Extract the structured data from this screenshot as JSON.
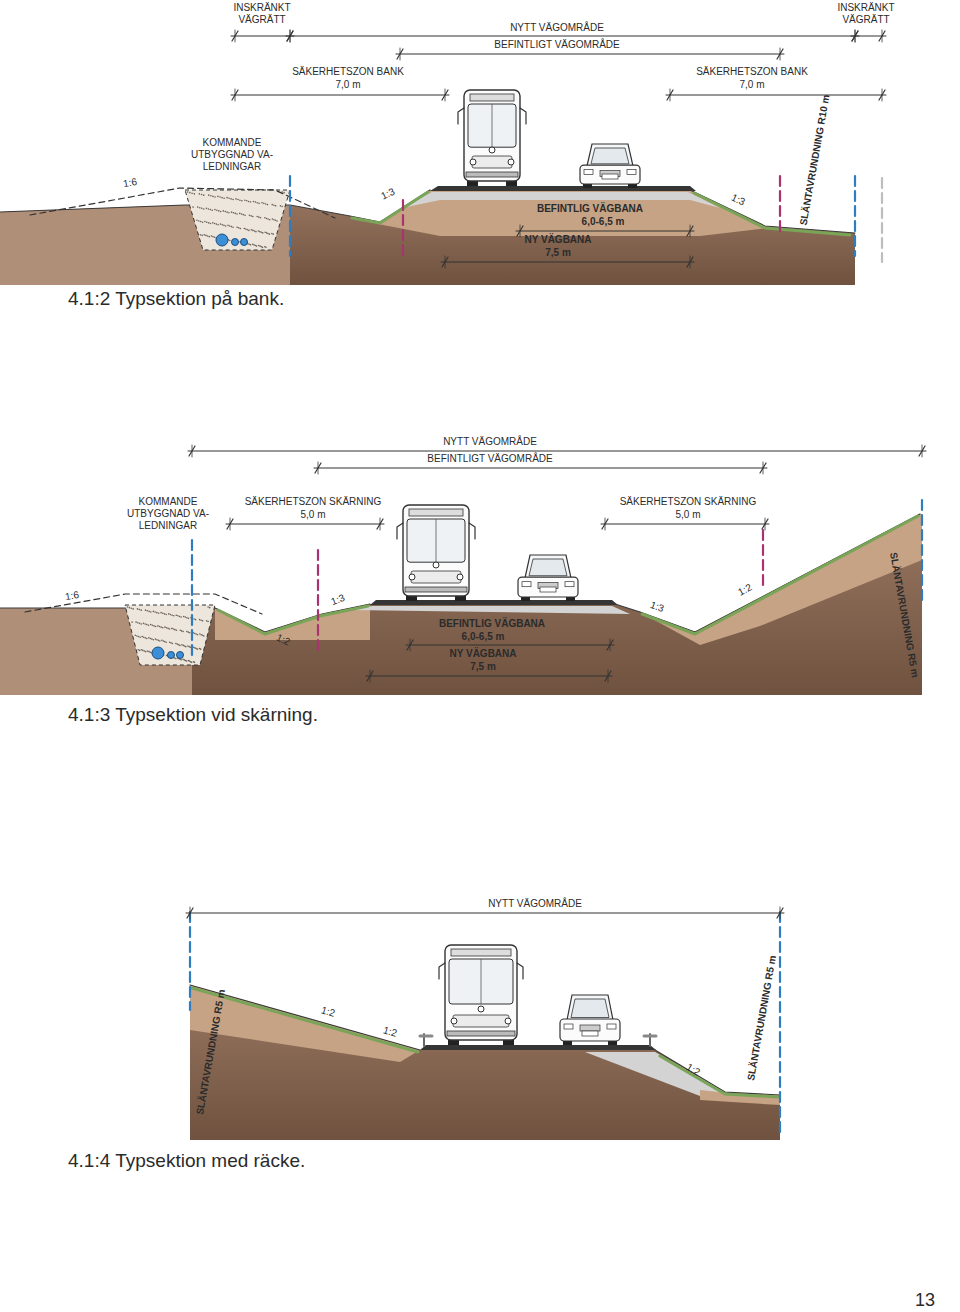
{
  "diagram": {
    "labels": [
      "INSKRÄNKT VÄGRÄTT",
      "NYTT VÄGOMRÅDE",
      "BEFINTLIGT VÄGOMRÅDE",
      "INSKRÄNKT VÄGRÄTT",
      "SÄKERHETSZON BANK",
      "7,0 m",
      "SÄKERHETSZON BANK",
      "7,0 m",
      "KOMMANDE UTBYGGNAD VA-LEDNINGAR",
      "1:6",
      "1:3",
      "BEFINTLIG VÄGBANA",
      "6,0-6,5 m",
      "NY VÄGBANA",
      "7,5 m",
      "1:3",
      "SLÄNTAVRUNDNING R10 m",
      "4.1:2 Typsektion på bank.",
      "NYTT VÄGOMRÅDE",
      "BEFINTLIGT VÄGOMRÅDE",
      "KOMMANDE UTBYGGNAD VA-LEDNINGAR",
      "SÄKERHETSZON SKÄRNING",
      "5,0 m",
      "SÄKERHETSZON SKÄRNING",
      "5,0 m",
      "1:6",
      "1:2",
      "1:3",
      "BEFINTLIG VÄGBANA",
      "6,0-6,5 m",
      "NY VÄGBANA",
      "7,5 m",
      "1:3",
      "1:2",
      "SLÄNTAVRUNDNING R5 m",
      "4.1:3 Typsektion vid skärning.",
      "NYTT VÄGOMRÅDE",
      "SLÄNTAVRUNDNING R5 m",
      "1:2",
      "1:2",
      "1:2",
      "SLÄNTAVRUNDNING R5 m",
      "4.1:4 Typsektion med räcke.",
      "13"
    ]
  }
}
